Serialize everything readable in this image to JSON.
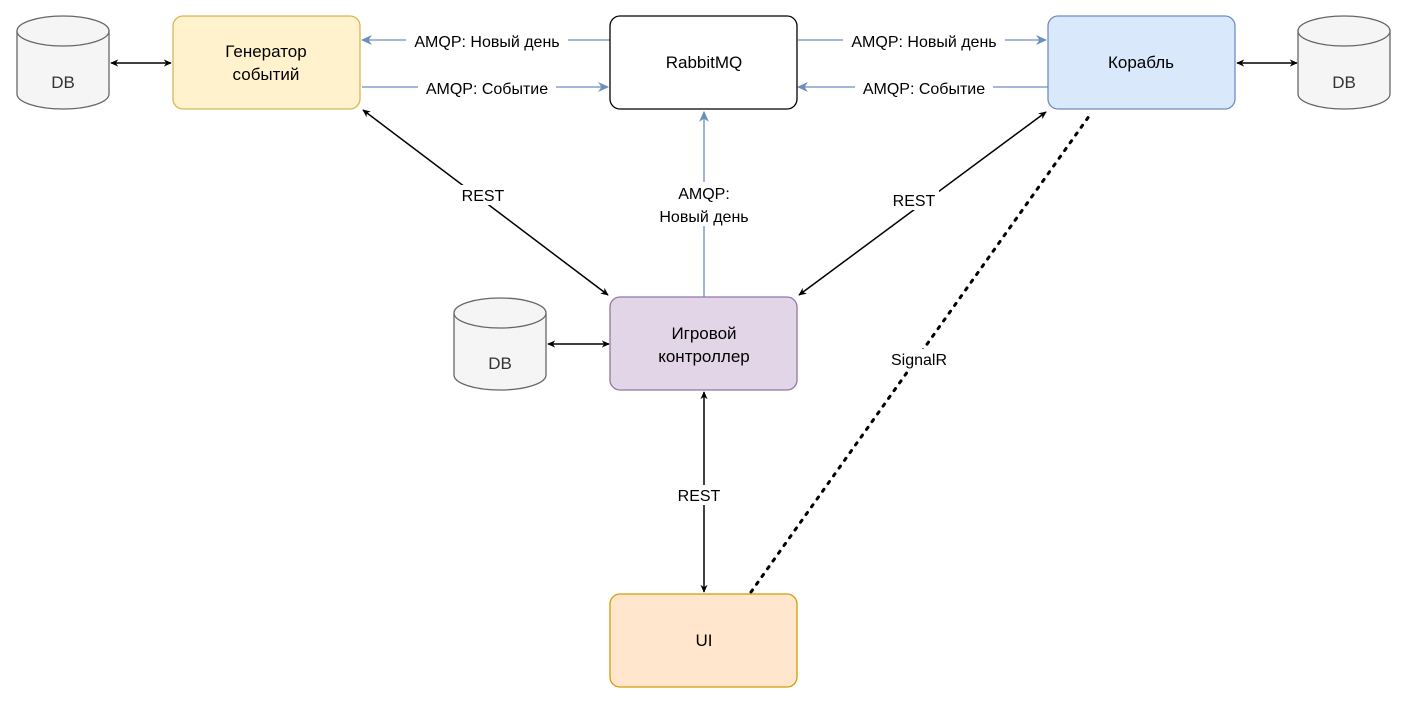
{
  "nodes": {
    "event_generator": {
      "lines": [
        "Генератор",
        "событий"
      ],
      "fill": "#fff2cc",
      "stroke": "#d6b656"
    },
    "rabbitmq": {
      "lines": [
        "RabbitMQ"
      ],
      "fill": "#ffffff",
      "stroke": "#000000"
    },
    "ship": {
      "lines": [
        "Корабль"
      ],
      "fill": "#dae8fc",
      "stroke": "#6c8ebf"
    },
    "game_controller": {
      "lines": [
        "Игровой",
        "контроллер"
      ],
      "fill": "#e1d5e7",
      "stroke": "#9673a6"
    },
    "ui": {
      "lines": [
        "UI"
      ],
      "fill": "#ffe6cc",
      "stroke": "#d79b00"
    }
  },
  "databases": {
    "generator_db": {
      "label": "DB"
    },
    "ship_db": {
      "label": "DB"
    },
    "controller_db": {
      "label": "DB"
    },
    "fill": "#f5f5f5",
    "stroke": "#666666"
  },
  "edges": {
    "rabbit_to_generator_new_day": {
      "label": "AMQP: Новый день"
    },
    "generator_to_rabbit_event": {
      "label": "AMQP: Событие"
    },
    "rabbit_to_ship_new_day": {
      "label": "AMQP: Новый день"
    },
    "ship_to_rabbit_event": {
      "label": "AMQP: Событие"
    },
    "controller_to_rabbit_new_day": {
      "lines": [
        "AMQP:",
        "Новый день"
      ]
    },
    "generator_controller_rest": {
      "label": "REST"
    },
    "ship_controller_rest": {
      "label": "REST"
    },
    "controller_ui_rest": {
      "label": "REST"
    },
    "ui_ship_signalr": {
      "label": "SignalR"
    },
    "amqp_color": "#6c8ebf",
    "rest_color": "#000000"
  }
}
